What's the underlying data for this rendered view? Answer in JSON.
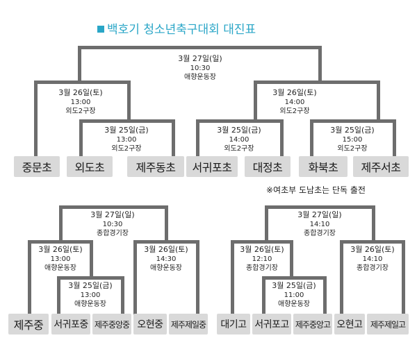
{
  "title": "백호기 청소년축구대회 대진표",
  "note": "※여초부 도남초는 단독 출전",
  "brackets": {
    "elementary": {
      "final": {
        "date": "3월 27일(일)",
        "time": "10:30",
        "venue": "애향운동장"
      },
      "semi_left": {
        "date": "3월 26일(토)",
        "time": "13:00",
        "venue": "외도2구장"
      },
      "semi_right": {
        "date": "3월 26일(토)",
        "time": "14:00",
        "venue": "외도2구장"
      },
      "quarter_left": {
        "date": "3월 25일(금)",
        "time": "13:00",
        "venue": "외도2구장"
      },
      "quarter_mid": {
        "date": "3월 25일(금)",
        "time": "14:00",
        "venue": "외도2구장"
      },
      "quarter_right": {
        "date": "3월 25일(금)",
        "time": "15:00",
        "venue": "외도2구장"
      },
      "teams": [
        "중문초",
        "외도초",
        "제주동초",
        "서귀포초",
        "대정초",
        "화북초",
        "제주서초"
      ]
    },
    "middle": {
      "final": {
        "date": "3월 27일(일)",
        "time": "10:30",
        "venue": "종합경기장"
      },
      "semi_left": {
        "date": "3월 26일(토)",
        "time": "13:00",
        "venue": "애향운동장"
      },
      "semi_right": {
        "date": "3월 26일(토)",
        "time": "14:30",
        "venue": "애향운동장"
      },
      "quarter": {
        "date": "3월 25일(금)",
        "time": "13:00",
        "venue": "애향운동장"
      },
      "teams": [
        "제주중",
        "서귀포중",
        "제주중앙중",
        "오현중",
        "제주제일중"
      ]
    },
    "high": {
      "final": {
        "date": "3월 27일(일)",
        "time": "14:10",
        "venue": "종합경기장"
      },
      "semi_left": {
        "date": "3월 26일(토)",
        "time": "12:10",
        "venue": "종합경기장"
      },
      "semi_right": {
        "date": "3월 26일(토)",
        "time": "14:10",
        "venue": "종합경기장"
      },
      "quarter": {
        "date": "3월 25일(금)",
        "time": "11:00",
        "venue": "애향운동장"
      },
      "teams": [
        "대기고",
        "서귀포고",
        "제주중앙고",
        "오현고",
        "제주제일고"
      ]
    }
  }
}
